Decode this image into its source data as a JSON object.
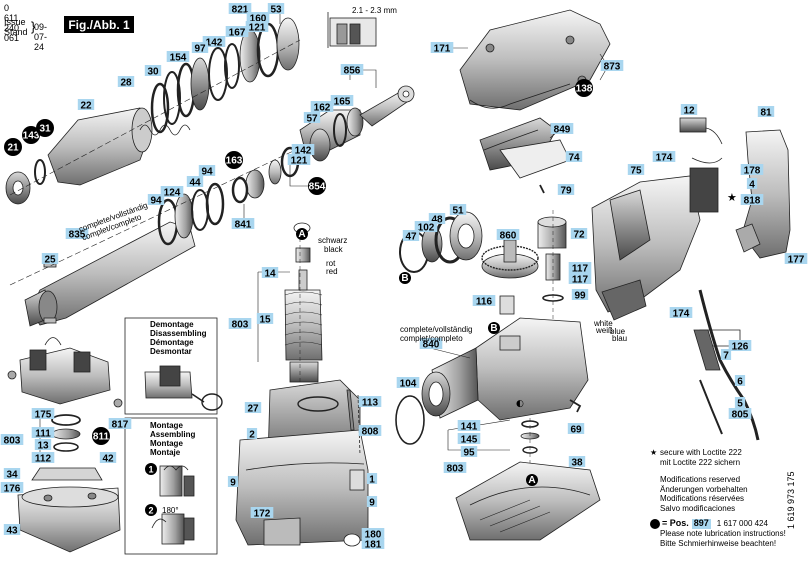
{
  "header": {
    "code": "0 611 240 061",
    "issue_label": "Issue",
    "stand_label": "Stand",
    "date": "09-07-24",
    "figure": "Fig./Abb. 1"
  },
  "dimension_note": "2.1 - 2.3 mm",
  "blue_labels": [
    {
      "id": "821",
      "text": "821"
    },
    {
      "id": "53",
      "text": "53"
    },
    {
      "id": "160",
      "text": "160"
    },
    {
      "id": "167",
      "text": "167"
    },
    {
      "id": "121a",
      "text": "121"
    },
    {
      "id": "142a",
      "text": "142"
    },
    {
      "id": "97",
      "text": "97"
    },
    {
      "id": "154",
      "text": "154"
    },
    {
      "id": "30",
      "text": "30"
    },
    {
      "id": "28",
      "text": "28"
    },
    {
      "id": "22",
      "text": "22"
    },
    {
      "id": "856",
      "text": "856"
    },
    {
      "id": "165",
      "text": "165"
    },
    {
      "id": "162",
      "text": "162"
    },
    {
      "id": "57",
      "text": "57"
    },
    {
      "id": "142b",
      "text": "142"
    },
    {
      "id": "121b",
      "text": "121"
    },
    {
      "id": "94a",
      "text": "94"
    },
    {
      "id": "44",
      "text": "44"
    },
    {
      "id": "124",
      "text": "124"
    },
    {
      "id": "94b",
      "text": "94"
    },
    {
      "id": "835",
      "text": "835"
    },
    {
      "id": "25",
      "text": "25"
    },
    {
      "id": "841",
      "text": "841"
    },
    {
      "id": "171",
      "text": "171"
    },
    {
      "id": "873",
      "text": "873"
    },
    {
      "id": "849",
      "text": "849"
    },
    {
      "id": "74",
      "text": "74"
    },
    {
      "id": "79",
      "text": "79"
    },
    {
      "id": "12",
      "text": "12"
    },
    {
      "id": "81",
      "text": "81"
    },
    {
      "id": "75",
      "text": "75"
    },
    {
      "id": "174a",
      "text": "174"
    },
    {
      "id": "178",
      "text": "178"
    },
    {
      "id": "4",
      "text": "4"
    },
    {
      "id": "818",
      "text": "818"
    },
    {
      "id": "177",
      "text": "177"
    },
    {
      "id": "51",
      "text": "51"
    },
    {
      "id": "48",
      "text": "48"
    },
    {
      "id": "102",
      "text": "102"
    },
    {
      "id": "47",
      "text": "47"
    },
    {
      "id": "860",
      "text": "860"
    },
    {
      "id": "72",
      "text": "72"
    },
    {
      "id": "117a",
      "text": "117"
    },
    {
      "id": "117b",
      "text": "117"
    },
    {
      "id": "99",
      "text": "99"
    },
    {
      "id": "116",
      "text": "116"
    },
    {
      "id": "174b",
      "text": "174"
    },
    {
      "id": "14",
      "text": "14"
    },
    {
      "id": "15",
      "text": "15"
    },
    {
      "id": "803a",
      "text": "803"
    },
    {
      "id": "27",
      "text": "27"
    },
    {
      "id": "113",
      "text": "113"
    },
    {
      "id": "2",
      "text": "2"
    },
    {
      "id": "808",
      "text": "808"
    },
    {
      "id": "9a",
      "text": "9"
    },
    {
      "id": "1",
      "text": "1"
    },
    {
      "id": "9b",
      "text": "9"
    },
    {
      "id": "172",
      "text": "172"
    },
    {
      "id": "180",
      "text": "180"
    },
    {
      "id": "181",
      "text": "181"
    },
    {
      "id": "840",
      "text": "840"
    },
    {
      "id": "104",
      "text": "104"
    },
    {
      "id": "141",
      "text": "141"
    },
    {
      "id": "145",
      "text": "145"
    },
    {
      "id": "95",
      "text": "95"
    },
    {
      "id": "803b",
      "text": "803"
    },
    {
      "id": "69",
      "text": "69"
    },
    {
      "id": "38",
      "text": "38"
    },
    {
      "id": "126",
      "text": "126"
    },
    {
      "id": "7",
      "text": "7"
    },
    {
      "id": "6",
      "text": "6"
    },
    {
      "id": "5",
      "text": "5"
    },
    {
      "id": "805",
      "text": "805"
    },
    {
      "id": "175",
      "text": "175"
    },
    {
      "id": "803c",
      "text": "803"
    },
    {
      "id": "111",
      "text": "111"
    },
    {
      "id": "13",
      "text": "13"
    },
    {
      "id": "112",
      "text": "112"
    },
    {
      "id": "817",
      "text": "817"
    },
    {
      "id": "42",
      "text": "42"
    },
    {
      "id": "34",
      "text": "34"
    },
    {
      "id": "176",
      "text": "176"
    },
    {
      "id": "43",
      "text": "43"
    }
  ],
  "black_circles": [
    {
      "id": "21",
      "text": "21"
    },
    {
      "id": "143",
      "text": "143"
    },
    {
      "id": "31",
      "text": "31"
    },
    {
      "id": "163",
      "text": "163"
    },
    {
      "id": "854",
      "text": "854"
    },
    {
      "id": "138",
      "text": "138"
    },
    {
      "id": "811",
      "text": "811"
    }
  ],
  "letter_markers": [
    {
      "id": "A1",
      "text": "A"
    },
    {
      "id": "A2",
      "text": "A"
    },
    {
      "id": "B1",
      "text": "B"
    },
    {
      "id": "B2",
      "text": "B"
    }
  ],
  "wire_labels": {
    "schwarz": "schwarz",
    "black": "black",
    "rot": "rot",
    "red": "red",
    "white": "white",
    "weiß": "weiß",
    "blue": "blue",
    "blau": "blau"
  },
  "complete_labels": {
    "top": "complete/vollständig\ncomplet/completo",
    "middle": "complete/vollständig\ncomplet/completo"
  },
  "demontage": [
    "Demontage",
    "Disassembling",
    "Démontage",
    "Desmontar"
  ],
  "montage": [
    "Montage",
    "Assembling",
    "Montage",
    "Montaje"
  ],
  "montage_steps": [
    {
      "num": "1"
    },
    {
      "num": "2",
      "angle": "180°"
    }
  ],
  "legend": {
    "star_line1": "secure with Loctite 222",
    "star_line2": "mit Loctite 222 sichern",
    "mod": [
      "Modifications reserved",
      "Änderungen vorbehalten",
      "Modifications réservées",
      "Salvo modificaciones"
    ],
    "pos_label": "= Pos.",
    "pos_num": "897",
    "pos_part": "1 617 000 424",
    "lub": [
      "Please note lubrication instructions!",
      "Bitte Schmierhinweise beachten!"
    ]
  },
  "vertical_code": "1 619 973 175",
  "colors": {
    "label_bg": "#a9d6ef",
    "black": "#000000",
    "stroke": "#222222"
  }
}
